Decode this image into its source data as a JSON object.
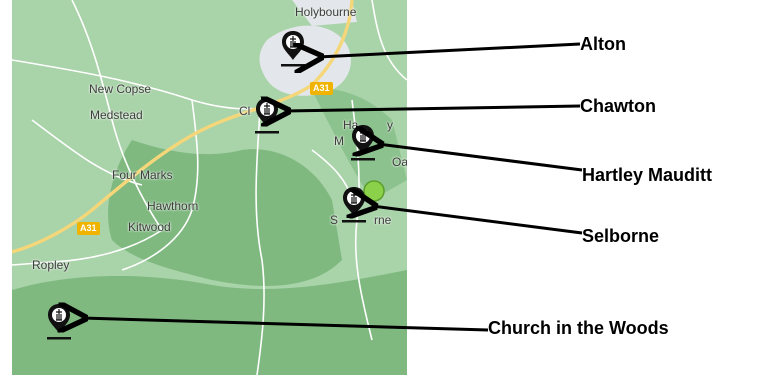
{
  "map": {
    "places": [
      {
        "id": "holybourne",
        "label": "Holybourne"
      },
      {
        "id": "new-copse",
        "label": "New Copse"
      },
      {
        "id": "medstead",
        "label": "Medstead"
      },
      {
        "id": "four-marks",
        "label": "Four Marks"
      },
      {
        "id": "hawthorn",
        "label": "Hawthorn"
      },
      {
        "id": "kitwood",
        "label": "Kitwood"
      },
      {
        "id": "ropley",
        "label": "Ropley"
      },
      {
        "id": "chawton-partial",
        "label": "Cl"
      },
      {
        "id": "hartley-partial-1",
        "label": "Ha"
      },
      {
        "id": "hartley-partial-2",
        "label": "y"
      },
      {
        "id": "hartley-partial-3",
        "label": "M"
      },
      {
        "id": "selborne-partial-1",
        "label": "S"
      },
      {
        "id": "selborne-partial-2",
        "label": "rne"
      },
      {
        "id": "oakhanger-partial",
        "label": "Oa"
      }
    ],
    "road_shields": [
      {
        "id": "a31-north",
        "label": "A31"
      },
      {
        "id": "a31-west",
        "label": "A31"
      }
    ],
    "colors": {
      "land": "#a9d3a9",
      "woodland": "#7fb980",
      "town": "#e3e6ea",
      "road_major": "#f5d77a",
      "road_minor": "#ffffff",
      "pin": "#111111",
      "green_marker": "#8bd14a"
    }
  },
  "markers": [
    {
      "id": "alton",
      "label": "Alton",
      "icon": "church-pin-icon"
    },
    {
      "id": "chawton",
      "label": "Chawton",
      "icon": "church-pin-icon"
    },
    {
      "id": "hartley-mauditt",
      "label": "Hartley Mauditt",
      "icon": "church-pin-icon"
    },
    {
      "id": "selborne",
      "label": "Selborne",
      "icon": "church-pin-icon"
    },
    {
      "id": "church-in-the-woods",
      "label": "Church in the Woods",
      "icon": "church-pin-icon"
    }
  ]
}
